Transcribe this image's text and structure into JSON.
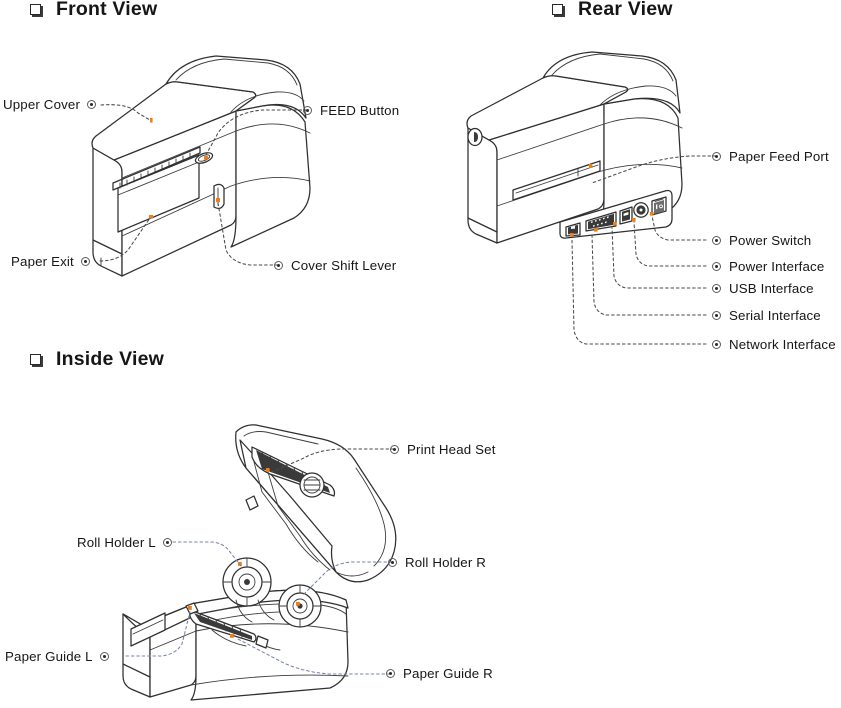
{
  "document": {
    "type": "printer-parts-diagram",
    "background_color": "#ffffff",
    "line_color": "#2f2f2f",
    "accent_color": "#ef7d1a",
    "leader_color": "#4a4a4a",
    "leader_color_alt": "#7a84a8"
  },
  "sections": {
    "front": {
      "heading": "Front View",
      "bullet_icon": "checkbox-square-shadow",
      "callouts": [
        {
          "label": "Upper Cover",
          "side": "left"
        },
        {
          "label": "FEED Button",
          "side": "right"
        },
        {
          "label": "Paper Exit",
          "side": "left"
        },
        {
          "label": "Cover Shift Lever",
          "side": "right"
        }
      ]
    },
    "rear": {
      "heading": "Rear View",
      "bullet_icon": "checkbox-square-shadow",
      "callouts": [
        {
          "label": "Paper Feed Port",
          "side": "right"
        },
        {
          "label": "Power Switch",
          "side": "right"
        },
        {
          "label": "Power Interface",
          "side": "right"
        },
        {
          "label": "USB Interface",
          "side": "right"
        },
        {
          "label": "Serial Interface",
          "side": "right"
        },
        {
          "label": "Network Interface",
          "side": "right"
        }
      ]
    },
    "inside": {
      "heading": "Inside View",
      "bullet_icon": "checkbox-square-shadow",
      "callouts": [
        {
          "label": "Print Head Set",
          "side": "right"
        },
        {
          "label": "Roll Holder L",
          "side": "left"
        },
        {
          "label": "Roll Holder R",
          "side": "right"
        },
        {
          "label": "Paper Guide L",
          "side": "left"
        },
        {
          "label": "Paper Guide R",
          "side": "right"
        }
      ]
    }
  }
}
